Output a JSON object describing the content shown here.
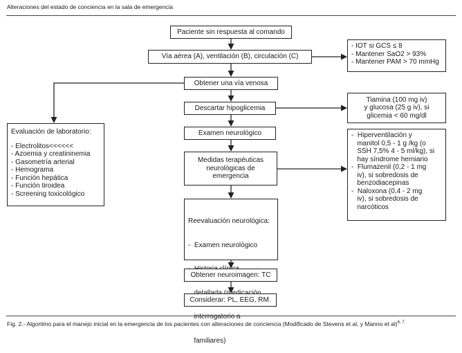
{
  "header": {
    "title": "Alteraciones del estado de conciencia en la sala de emergencia"
  },
  "flow": {
    "start": "Paciente sin respuesta al comando",
    "abc": "Vía aérea (A), ventilación (B), circulación (C)",
    "venous": "Obtener una vía venosa",
    "hypoglycemia": "Descartar hipoglicemia",
    "neuro_exam": "Examen neurológico",
    "therapeutic_lines": [
      "Medidas terapéuticas",
      "neurológicas de",
      "emergencia"
    ],
    "reeval_title": "Reevaluación neurológica:",
    "reeval_lines": [
      "-  Examen neurológico",
      "-  Historia clínica",
      "   detallada (medicación,",
      "   interrogatorio a",
      "   familiares)"
    ],
    "neuroimage": "Obtener neuroimagen: TC",
    "consider": "Considerar: PL, EEG, RM."
  },
  "side": {
    "abc_lines": [
      "- IOT si GCS ≤ 8",
      "- Mantener SaO2 > 93%",
      "- Mantener PAM > 70 mmHg"
    ],
    "glucose_lines": [
      "Tiamina (100 mg iv)",
      "y glucosa (25 g iv), si",
      "glicemia < 60 mg/dl"
    ],
    "lab_title": "Evaluación de laboratorio:",
    "lab_lines": [
      "- Electrolitos<<<<<<",
      "- Azoemia y creatininemia",
      "- Gasometría arterial",
      "- Hemograma",
      "- Función hepática",
      "- Función tiroidea",
      "- Screening toxicológico"
    ],
    "treat_lines": [
      "-  Hiperventilación y",
      "   manitol 0,5 - 1 g /kg (o",
      "   SSH 7,5% 4 - 5 ml/kg), si",
      "   hay síndrome herniario",
      "-  Flumazenil (0,2 - 1 mg",
      "   iv), si sobredosis de",
      "   benzodiacepinas",
      "-  Naloxona (0,4 - 2 mg",
      "   iv), si sobredosis de",
      "   narcóticos"
    ]
  },
  "caption": {
    "text": "Fig. 2.- Algoritmo para el manejo inicial en la emergencia de los pacientes con alteraciones de conciencia (Modificado de Stevens et al, y Manno et al)",
    "refs": "6, 7."
  }
}
